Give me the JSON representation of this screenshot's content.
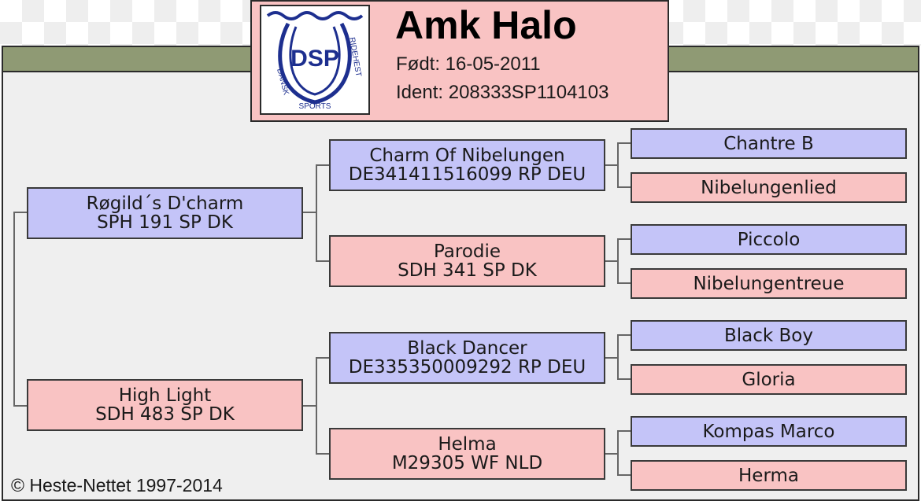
{
  "horse": {
    "name": "Amk Halo",
    "born": "Født: 16-05-2011",
    "ident": "Ident: 208333SP1104103"
  },
  "logo": {
    "text": "DSP",
    "ring_left": "DANSK",
    "ring_right": "RIDEHEST",
    "ring_bottom": "SPORTS"
  },
  "pedigree": {
    "sire": {
      "name": "Røgild´s D'charm",
      "reg": "SPH 191 SP DK"
    },
    "dam": {
      "name": "High Light",
      "reg": "SDH 483 SP DK"
    },
    "sire_sire": {
      "name": "Charm Of Nibelungen",
      "reg": "DE341411516099 RP DEU"
    },
    "sire_dam": {
      "name": "Parodie",
      "reg": "SDH 341 SP DK"
    },
    "dam_sire": {
      "name": "Black Dancer",
      "reg": "DE335350009292 RP DEU"
    },
    "dam_dam": {
      "name": "Helma",
      "reg": "M29305 WF NLD"
    },
    "gen3": [
      "Chantre B",
      "Nibelungenlied",
      "Piccolo",
      "Nibelungentreue",
      "Black Boy",
      "Gloria",
      "Kompas Marco",
      "Herma"
    ]
  },
  "footer": {
    "copyright": "© Heste-Nettet 1997-2014"
  },
  "colors": {
    "male": "#c4c4f8",
    "female": "#f9c3c3",
    "band": "#8f9a74",
    "panel": "#efefef"
  }
}
